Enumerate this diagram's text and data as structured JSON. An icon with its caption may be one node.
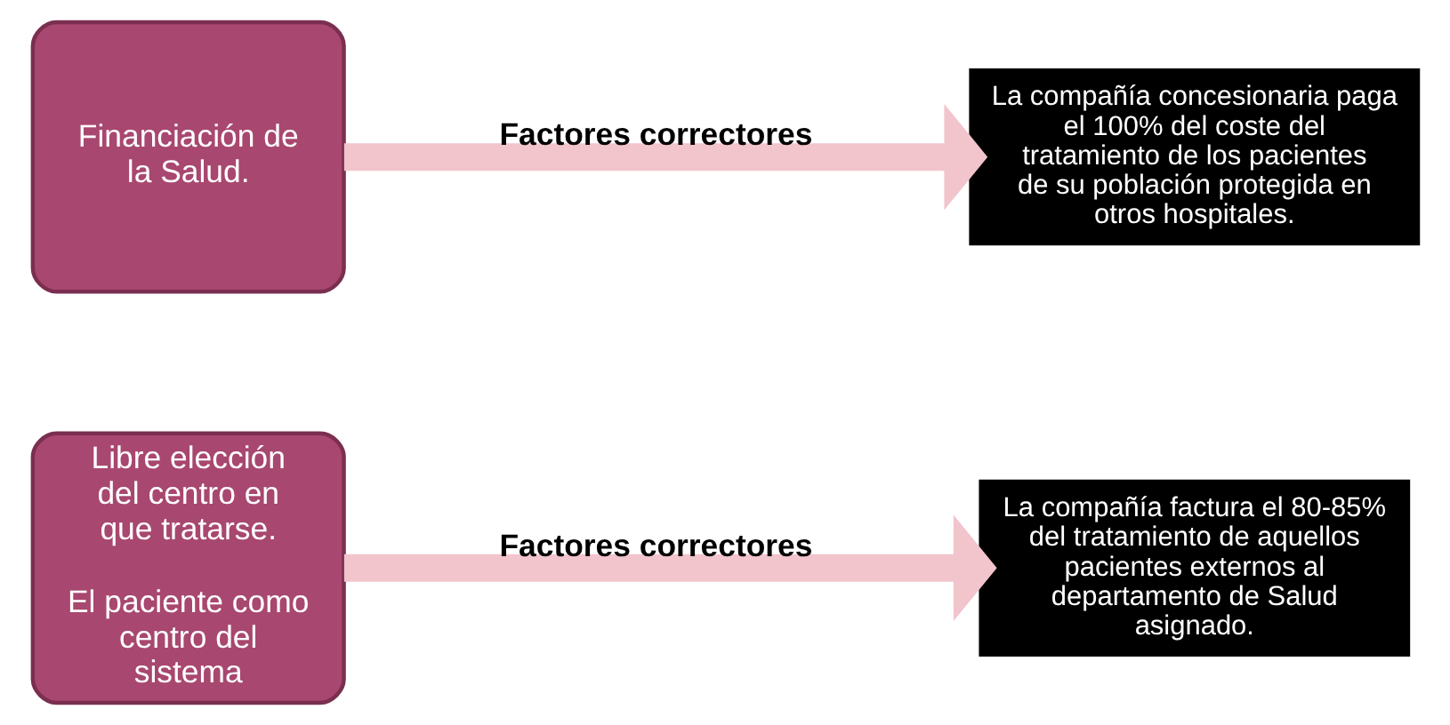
{
  "diagram": {
    "nodes": [
      {
        "text": [
          "Financiación de la Salud."
        ]
      },
      {
        "text": [
          "La compañía concesionaria paga el 100% del coste del tratamiento de los pacientes de su población protegida en otros hospitales."
        ]
      },
      {
        "text": [
          "Libre elección del centro en que tratarse.",
          "El paciente como centro del sistema"
        ]
      },
      {
        "text": [
          "La compañía factura el 80-85% del tratamiento de aquellos pacientes externos al departamento de Salud asignado."
        ]
      }
    ],
    "edges": [
      {
        "from": 0,
        "to": 1,
        "arrow": "to",
        "label": "Factores correctores"
      },
      {
        "from": 2,
        "to": 3,
        "arrow": "to",
        "label": "Factores correctores"
      }
    ]
  }
}
